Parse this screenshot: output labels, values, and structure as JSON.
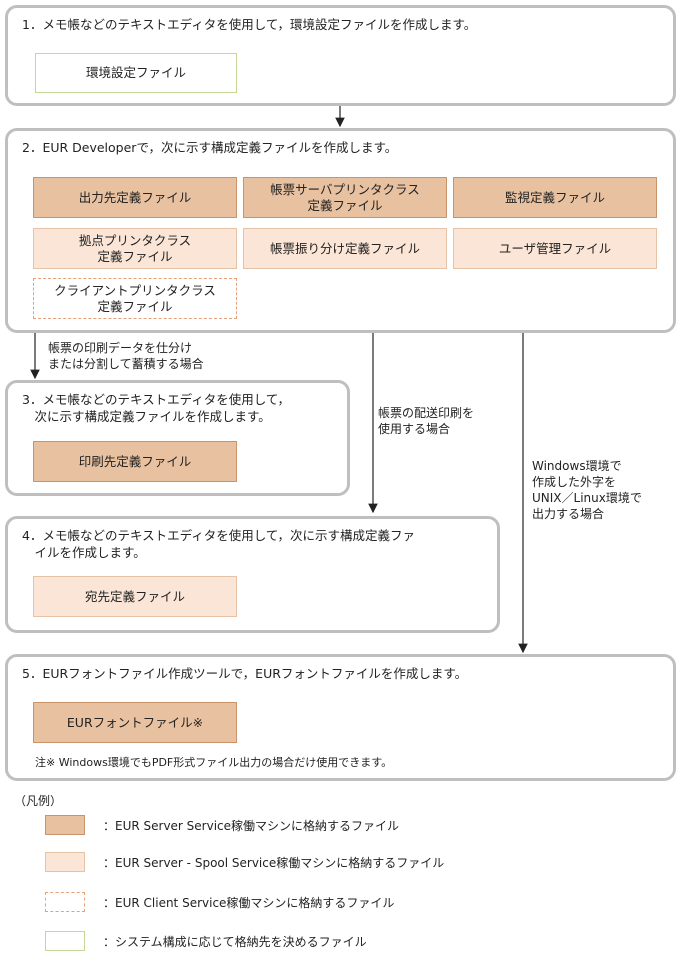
{
  "colors": {
    "server": "#e8c1a0",
    "spool": "#fbe5d6",
    "client_border": "#e6a07a",
    "system_border": "#c5d89a",
    "step_border": "#bfbfbf"
  },
  "step1": {
    "title": "1．メモ帳などのテキストエディタを使用して，環境設定ファイルを作成します。",
    "file": "環境設定ファイル"
  },
  "step2": {
    "title": "2．EUR Developerで，次に示す構成定義ファイルを作成します。",
    "files": [
      "出力先定義ファイル",
      "帳票サーバプリンタクラス\n定義ファイル",
      "監視定義ファイル",
      "拠点プリンタクラス\n定義ファイル",
      "帳票振り分け定義ファイル",
      "ユーザ管理ファイル",
      "クライアントプリンタクラス\n定義ファイル"
    ]
  },
  "step3": {
    "title": "3．メモ帳などのテキストエディタを使用して，\n　次に示す構成定義ファイルを作成します。",
    "file": "印刷先定義ファイル"
  },
  "step4": {
    "title": "4．メモ帳などのテキストエディタを使用して，次に示す構成定義ファ\n　イルを作成します。",
    "file": "宛先定義ファイル"
  },
  "step5": {
    "title": "5．EURフォントファイル作成ツールで，EURフォントファイルを作成します。",
    "file": "EURフォントファイル※",
    "note": "注※ Windows環境でもPDF形式ファイル出力の場合だけ使用できます。"
  },
  "branches": {
    "split": "帳票の印刷データを仕分け\nまたは分割して蓄積する場合",
    "distribution": "帳票の配送印刷を\n使用する場合",
    "gaiji": "Windows環境で\n作成した外字を\nUNIX／Linux環境で\n出力する場合"
  },
  "legend": {
    "title": "（凡例）",
    "server": "：EUR Server Service稼働マシンに格納するファイル",
    "spool": "：EUR Server - Spool Service稼働マシンに格納するファイル",
    "client": "：EUR Client Service稼働マシンに格納するファイル",
    "system": "：システム構成に応じて格納先を決めるファイル"
  }
}
